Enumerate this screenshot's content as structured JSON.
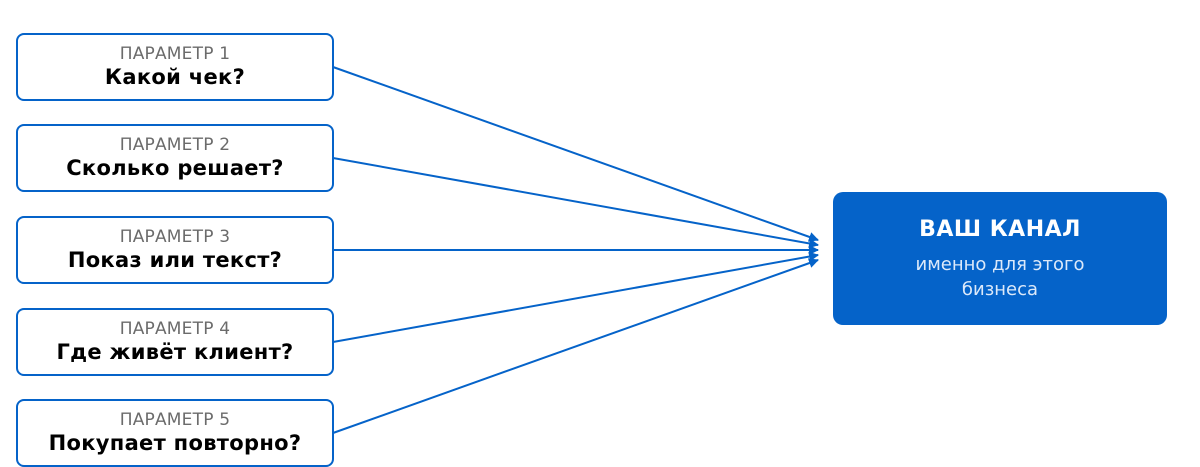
{
  "parameters": [
    {
      "label": "ПАРАМЕТР 1",
      "question": "Какой чек?"
    },
    {
      "label": "ПАРАМЕТР 2",
      "question": "Сколько решает?"
    },
    {
      "label": "ПАРАМЕТР 3",
      "question": "Показ или текст?"
    },
    {
      "label": "ПАРАМЕТР 4",
      "question": "Где живёт клиент?"
    },
    {
      "label": "ПАРАМЕТР 5",
      "question": "Покупает повторно?"
    }
  ],
  "target": {
    "title": "ВАШ КАНАЛ",
    "subtitle": "именно для этого бизнеса"
  },
  "colors": {
    "accent": "#0563c9",
    "label_gray": "#6b6b6b",
    "subtitle_light": "#dce9fa"
  }
}
